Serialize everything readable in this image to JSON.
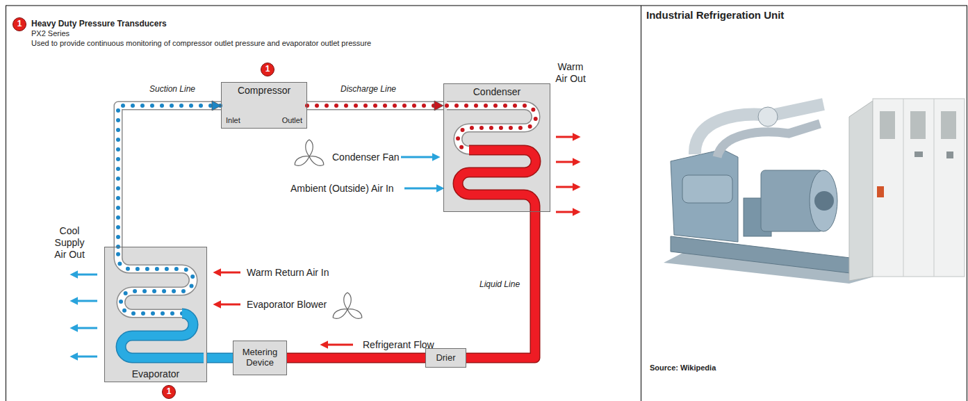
{
  "diagram": {
    "nodes": [
      {
        "text": [
          "1"
        ]
      },
      {
        "text": [
          "1"
        ]
      },
      {
        "text": [
          "Compressor",
          "Inlet",
          "Outlet"
        ]
      },
      {
        "text": [
          "Condenser"
        ]
      },
      {
        "text": [
          "Evaporator"
        ]
      },
      {
        "text": [
          "Metering Device"
        ]
      },
      {
        "text": [
          "Drier"
        ]
      },
      {
        "text": [
          "1"
        ]
      }
    ],
    "edges": [
      {
        "from": 2,
        "to": 3,
        "arrow": "to",
        "label": "Discharge Line"
      },
      {
        "from": 3,
        "to": 6,
        "arrow": "none",
        "label": "Liquid Line"
      },
      {
        "from": 6,
        "to": 5,
        "arrow": "none"
      },
      {
        "from": 5,
        "to": 4,
        "arrow": "none"
      },
      {
        "from": 4,
        "to": 2,
        "arrow": "to",
        "label": "Suction Line"
      }
    ],
    "labels": [
      "Heavy Duty Pressure Transducers",
      "PX2 Series",
      "Used to provide continuous monitoring of compressor outlet pressure and evaporator outlet pressure",
      "Condenser Fan",
      "Ambient (Outside) Air In",
      "Warm Air Out",
      "Cool Supply Air Out",
      "Warm Return Air In",
      "Evaporator Blower",
      "Refrigerant Flow",
      "Industrial Refrigeration Unit",
      "Source: Wikipedia"
    ]
  }
}
